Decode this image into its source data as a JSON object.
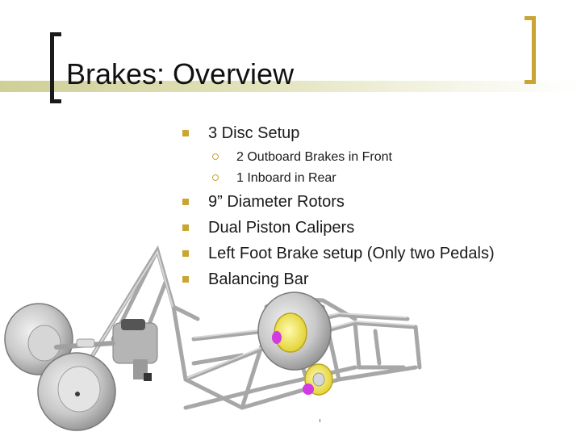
{
  "slide": {
    "title": "Brakes: Overview",
    "bullets": [
      {
        "text": "3 Disc Setup",
        "level": 1
      },
      {
        "text": "2 Outboard Brakes in Front",
        "level": 2
      },
      {
        "text": "1 Inboard in Rear",
        "level": 2
      },
      {
        "text": "9” Diameter Rotors",
        "level": 1
      },
      {
        "text": "Dual Piston Calipers",
        "level": 1
      },
      {
        "text": "Left Foot Brake setup (Only two Pedals)",
        "level": 1
      },
      {
        "text": "Balancing Bar",
        "level": 1
      }
    ]
  },
  "colors": {
    "accent_gold": "#c9a533",
    "bracket_dark": "#1a1a1a",
    "brake_yellow": "#f1e34a",
    "caliper_magenta": "#d23be0"
  },
  "image": {
    "icon": "car-chassis-render-icon"
  }
}
